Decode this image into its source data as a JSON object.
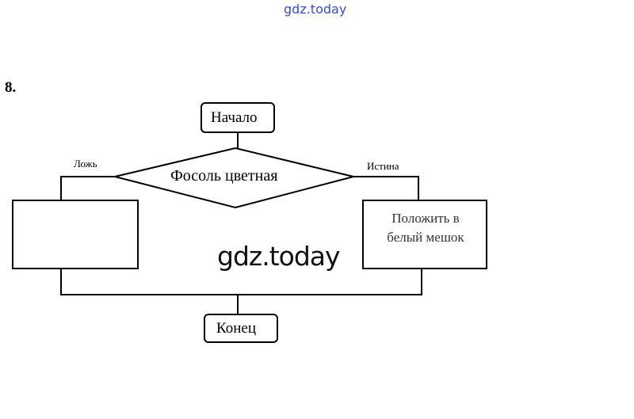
{
  "watermark_top": "gdz.today",
  "watermark_center": "gdz.today",
  "task_number": "8.",
  "flowchart": {
    "start": "Начало",
    "condition": "Фосоль цветная",
    "false_label": "Ложь",
    "true_label": "Истина",
    "false_action": "",
    "true_action": "Положить в белый мешок",
    "end": "Конец"
  }
}
